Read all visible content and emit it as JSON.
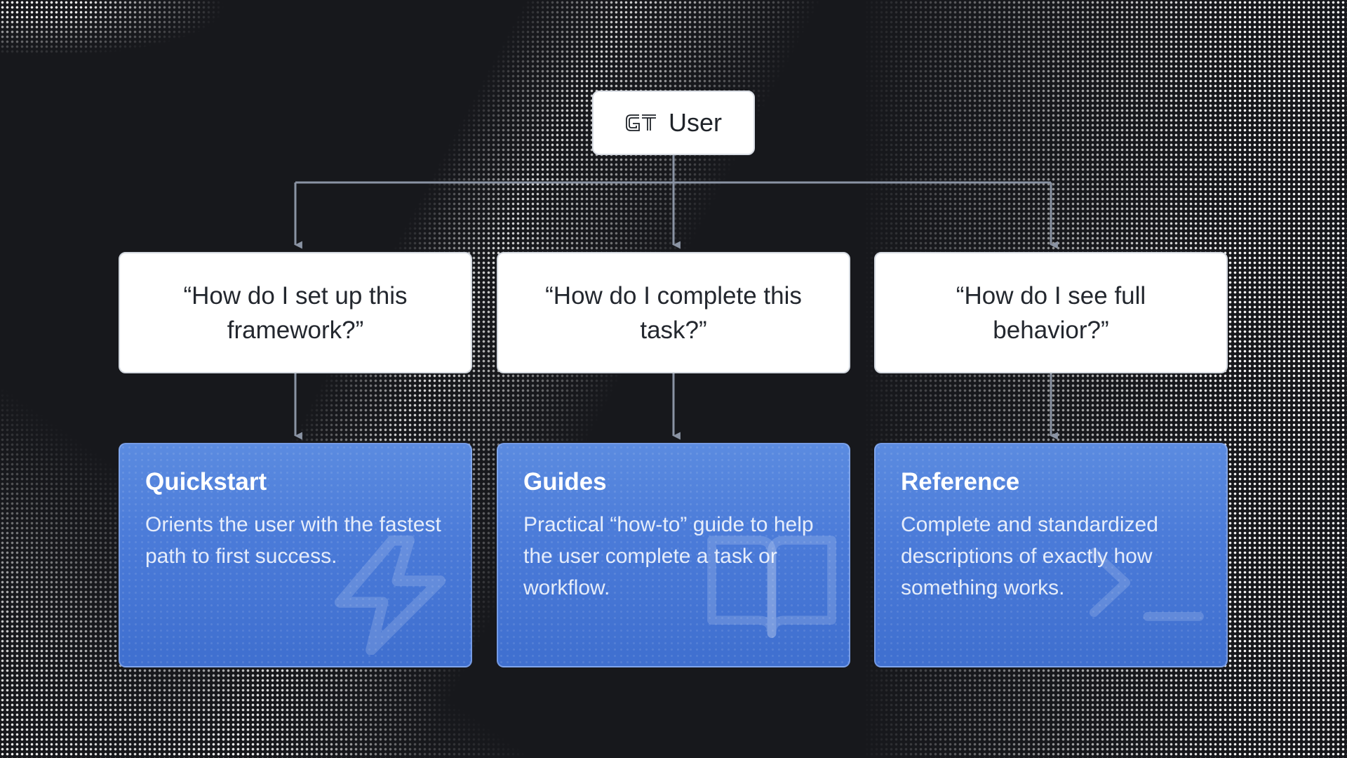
{
  "diagram": {
    "root": {
      "label": "User",
      "logo_icon": "gt-logo-icon"
    },
    "questions": [
      {
        "text": "“How do I set up this framework?”"
      },
      {
        "text": "“How do I complete this task?”"
      },
      {
        "text": "“How do I see full behavior?”"
      }
    ],
    "cards": [
      {
        "title": "Quickstart",
        "description": "Orients the user with the fastest path to first success.",
        "icon": "lightning-bolt-icon"
      },
      {
        "title": "Guides",
        "description": "Practical “how-to” guide to help the user complete a task or workflow.",
        "icon": "open-book-icon"
      },
      {
        "title": "Reference",
        "description": "Complete and standardized descriptions of exactly how something works.",
        "icon": "terminal-prompt-icon"
      }
    ],
    "colors": {
      "background": "#17181c",
      "node_fill": "#ffffff",
      "card_fill": "#4a7ad8",
      "connector": "#8a93a3"
    }
  }
}
